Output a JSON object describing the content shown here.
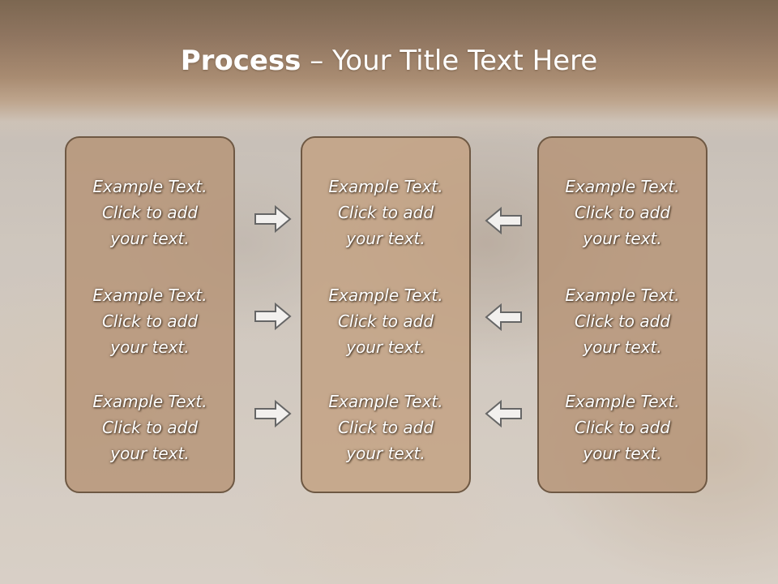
{
  "slide": {
    "title_bold": "Process",
    "title_rest": " – Your Title Text Here",
    "colors": {
      "header": "#8f7560",
      "panel_fill": "#b69476",
      "panel_border": "#6e5843",
      "arrow_fill": "#f2f0ee",
      "arrow_stroke": "#666666",
      "text": "#ffffff"
    },
    "panels": [
      {
        "blocks": [
          {
            "line1": "Example Text.",
            "line2": "Click  to add",
            "line3": "your text."
          },
          {
            "line1": "Example Text.",
            "line2": "Click  to add",
            "line3": "your text."
          },
          {
            "line1": "Example Text.",
            "line2": "Click  to add",
            "line3": "your text."
          }
        ]
      },
      {
        "blocks": [
          {
            "line1": "Example Text.",
            "line2": "Click  to add",
            "line3": "your text."
          },
          {
            "line1": "Example Text.",
            "line2": "Click  to add",
            "line3": "your text."
          },
          {
            "line1": "Example Text.",
            "line2": "Click  to add",
            "line3": "your text."
          }
        ]
      },
      {
        "blocks": [
          {
            "line1": "Example Text.",
            "line2": "Click  to add",
            "line3": "your text."
          },
          {
            "line1": "Example Text.",
            "line2": "Click  to add",
            "line3": "your text."
          },
          {
            "line1": "Example Text.",
            "line2": "Click  to add",
            "line3": "your text."
          }
        ]
      }
    ],
    "arrows": {
      "left": [
        "arrow-right-icon",
        "arrow-right-icon",
        "arrow-right-icon"
      ],
      "right": [
        "arrow-left-icon",
        "arrow-left-icon",
        "arrow-left-icon"
      ]
    }
  }
}
